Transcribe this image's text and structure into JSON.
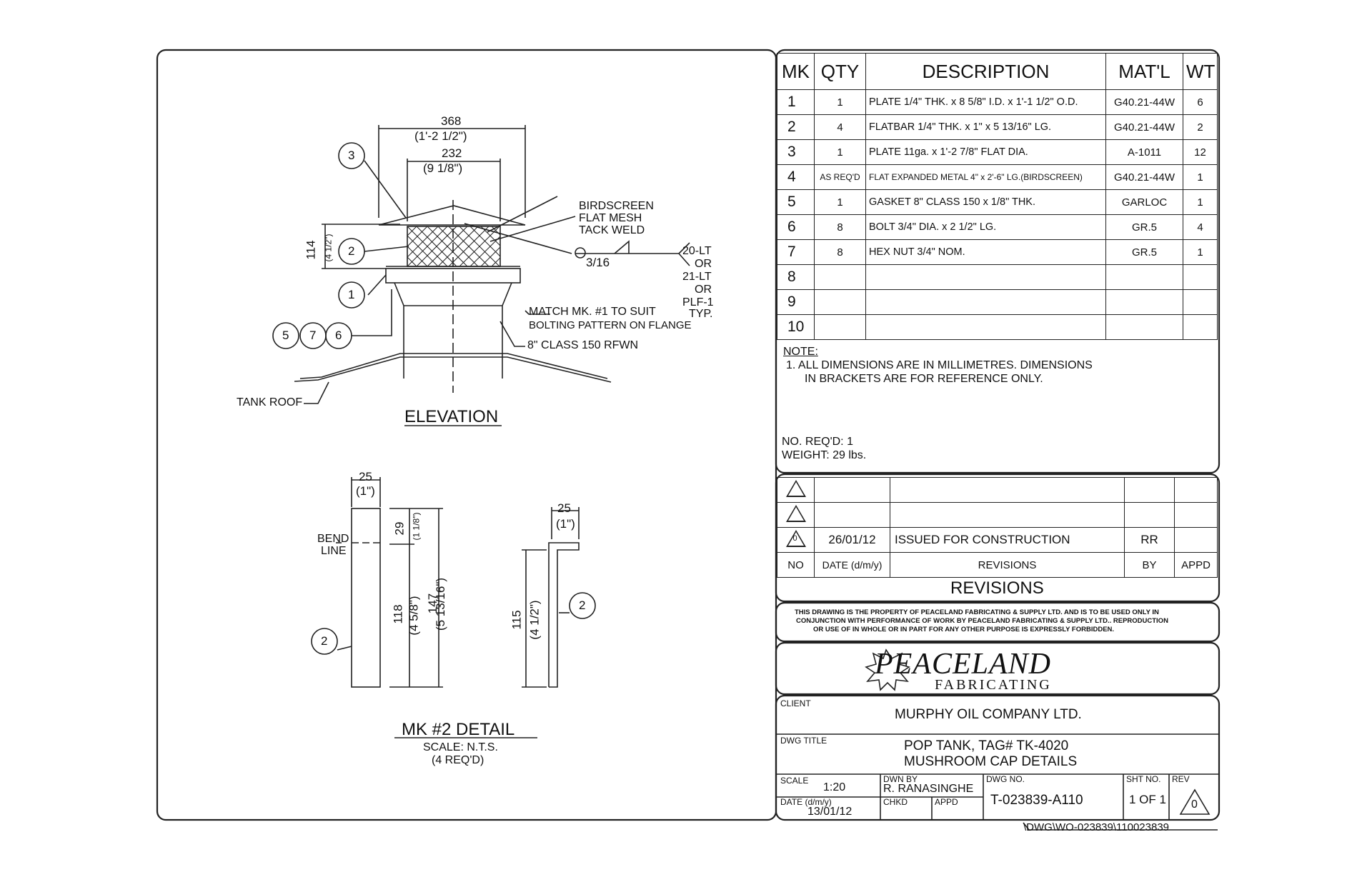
{
  "bom": {
    "headers": {
      "mk": "MK",
      "qty": "QTY",
      "desc": "DESCRIPTION",
      "matl": "MAT'L",
      "wt": "WT"
    },
    "rows": [
      {
        "mk": "1",
        "qty": "1",
        "desc": "PLATE 1/4\" THK. x 8 5/8\" I.D. x 1'-1 1/2\" O.D.",
        "matl": "G40.21-44W",
        "wt": "6"
      },
      {
        "mk": "2",
        "qty": "4",
        "desc": "FLATBAR 1/4\" THK. x 1\" x 5 13/16\" LG.",
        "matl": "G40.21-44W",
        "wt": "2"
      },
      {
        "mk": "3",
        "qty": "1",
        "desc": "PLATE 11ga. x 1'-2 7/8\" FLAT DIA.",
        "matl": "A-1011",
        "wt": "12"
      },
      {
        "mk": "4",
        "qty": "AS REQ'D",
        "desc": "FLAT EXPANDED METAL 4\" x 2'-6\" LG.(BIRDSCREEN)",
        "matl": "G40.21-44W",
        "wt": "1"
      },
      {
        "mk": "5",
        "qty": "1",
        "desc": "GASKET 8\" CLASS 150 x 1/8\" THK.",
        "matl": "GARLOC",
        "wt": "1"
      },
      {
        "mk": "6",
        "qty": "8",
        "desc": "BOLT 3/4\" DIA. x 2 1/2\" LG.",
        "matl": "GR.5",
        "wt": "4"
      },
      {
        "mk": "7",
        "qty": "8",
        "desc": "HEX NUT 3/4\" NOM.",
        "matl": "GR.5",
        "wt": "1"
      },
      {
        "mk": "8",
        "qty": "",
        "desc": "",
        "matl": "",
        "wt": ""
      },
      {
        "mk": "9",
        "qty": "",
        "desc": "",
        "matl": "",
        "wt": ""
      },
      {
        "mk": "10",
        "qty": "",
        "desc": "",
        "matl": "",
        "wt": ""
      }
    ]
  },
  "notes": {
    "title": "NOTE:",
    "line1": "1. ALL DIMENSIONS ARE IN MILLIMETRES. DIMENSIONS",
    "line2": "IN BRACKETS ARE FOR REFERENCE ONLY.",
    "no_reqd": "NO. REQ'D: 1",
    "weight": "WEIGHT: 29 lbs."
  },
  "revisions": {
    "rows": [
      {
        "no": "",
        "date": "",
        "desc": "",
        "by": "",
        "appd": ""
      },
      {
        "no": "",
        "date": "",
        "desc": "",
        "by": "",
        "appd": ""
      },
      {
        "no": "0",
        "date": "26/01/12",
        "desc": "ISSUED FOR CONSTRUCTION",
        "by": "RR",
        "appd": ""
      }
    ],
    "headers": {
      "no": "NO",
      "date": "DATE (d/m/y)",
      "desc": "REVISIONS",
      "by": "BY",
      "appd": "APPD"
    },
    "title": "REVISIONS"
  },
  "disclaimer": {
    "line1": "THIS DRAWING IS THE PROPERTY OF PEACELAND FABRICATING & SUPPLY LTD. AND IS TO BE USED ONLY IN",
    "line2": "CONJUNCTION WITH PERFORMANCE OF WORK BY PEACELAND FABRICATING & SUPPLY LTD..  REPRODUCTION",
    "line3": "OR USE OF IN WHOLE OR IN PART FOR ANY OTHER PURPOSE IS EXPRESSLY FORBIDDEN."
  },
  "logo": {
    "name": "PEACELAND",
    "sub": "FABRICATING"
  },
  "title_block": {
    "client_label": "CLIENT",
    "client": "MURPHY OIL COMPANY LTD.",
    "dwg_title_label": "DWG TITLE",
    "title1": "POP TANK, TAG# TK-4020",
    "title2": "MUSHROOM CAP DETAILS",
    "scale_label": "SCALE",
    "scale": "1:20",
    "dwn_by_label": "DWN BY",
    "dwn_by": "R. RANASINGHE",
    "dwg_no_label": "DWG NO.",
    "dwg_no": "T-023839-A110",
    "sht_label": "SHT NO.",
    "sht": "1 OF 1",
    "rev_label": "REV",
    "rev": "0",
    "date_label": "DATE (d/m/y)",
    "date": "13/01/12",
    "chkd_label": "CHKD",
    "appd_label": "APPD",
    "path": "\\DWG\\WO-023839\\110023839"
  },
  "elevation": {
    "title": "ELEVATION",
    "dim_top": "368",
    "dim_top_in": "(1'-2 1/2\")",
    "dim_mid": "232",
    "dim_mid_in": "(9 1/8\")",
    "dim_h": "114",
    "dim_h_in": "(4 1/2\")",
    "birdscreen1": "BIRDSCREEN",
    "birdscreen2": "FLAT MESH",
    "tack": "TACK WELD",
    "weld": "3/16",
    "weld_spec": [
      "20-LT",
      "OR",
      "21-LT",
      "OR",
      "PLF-1",
      "TYP."
    ],
    "match1": "MATCH MK. #1 TO SUIT",
    "match2": "BOLTING PATTERN ON FLANGE",
    "flange": "8\" CLASS 150 RFWN",
    "tank_roof": "TANK ROOF",
    "balloons": [
      "3",
      "2",
      "1",
      "5",
      "7",
      "6"
    ]
  },
  "detail": {
    "title": "MK #2 DETAIL",
    "scale": "SCALE: N.T.S.",
    "qty": "(4 REQ'D)",
    "w": "25",
    "w_in": "(1\")",
    "bend1": "BEND",
    "bend2": "LINE",
    "d29": "29",
    "d29_in": "(1 1/8\")",
    "d118": "118",
    "d118_in": "(4 5/8\")",
    "d147": "147",
    "d147_in": "(5 13/16\")",
    "d115": "115",
    "d115_in": "(4 1/2\")",
    "balloon": "2"
  }
}
